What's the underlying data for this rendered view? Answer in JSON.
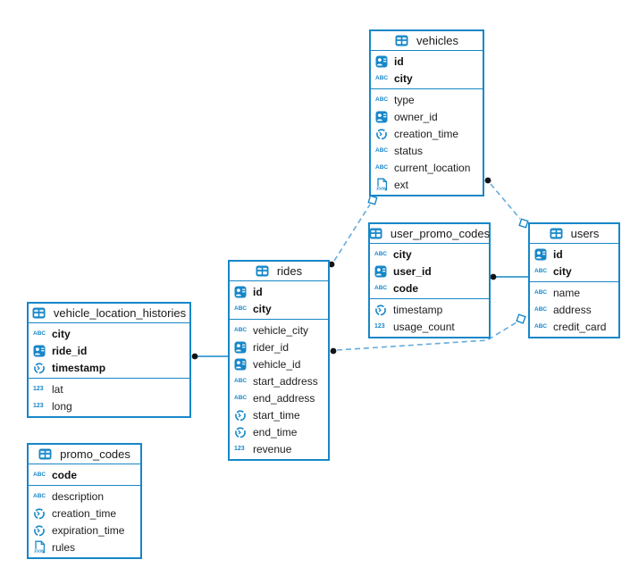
{
  "type_icon_labels": {
    "varchar": "ABC",
    "number": "123"
  },
  "colors": {
    "table_border": "#1787c8",
    "icon_blue": "#1787c8",
    "relation_dashed": "#66abdd",
    "relation_solid": "#1787c8",
    "endpoint_dot": "#141414",
    "text": "#1d1d1d",
    "background": "#ffffff"
  },
  "tables": [
    {
      "name": "vehicles",
      "icon": "table-icon",
      "primary_key": [
        {
          "name": "id",
          "icon": "id-icon"
        },
        {
          "name": "city",
          "icon": "varchar-icon"
        }
      ],
      "columns": [
        {
          "name": "type",
          "icon": "varchar-icon"
        },
        {
          "name": "owner_id",
          "icon": "id-icon"
        },
        {
          "name": "creation_time",
          "icon": "timestamp-icon"
        },
        {
          "name": "status",
          "icon": "varchar-icon"
        },
        {
          "name": "current_location",
          "icon": "varchar-icon"
        },
        {
          "name": "ext",
          "icon": "json-icon"
        }
      ]
    },
    {
      "name": "user_promo_codes",
      "icon": "table-icon",
      "primary_key": [
        {
          "name": "city",
          "icon": "varchar-icon"
        },
        {
          "name": "user_id",
          "icon": "id-icon"
        },
        {
          "name": "code",
          "icon": "varchar-icon"
        }
      ],
      "columns": [
        {
          "name": "timestamp",
          "icon": "timestamp-icon"
        },
        {
          "name": "usage_count",
          "icon": "number-icon"
        }
      ]
    },
    {
      "name": "users",
      "icon": "table-icon",
      "primary_key": [
        {
          "name": "id",
          "icon": "id-icon"
        },
        {
          "name": "city",
          "icon": "varchar-icon"
        }
      ],
      "columns": [
        {
          "name": "name",
          "icon": "varchar-icon"
        },
        {
          "name": "address",
          "icon": "varchar-icon"
        },
        {
          "name": "credit_card",
          "icon": "varchar-icon"
        }
      ]
    },
    {
      "name": "rides",
      "icon": "table-icon",
      "primary_key": [
        {
          "name": "id",
          "icon": "id-icon"
        },
        {
          "name": "city",
          "icon": "varchar-icon"
        }
      ],
      "columns": [
        {
          "name": "vehicle_city",
          "icon": "varchar-icon"
        },
        {
          "name": "rider_id",
          "icon": "id-icon"
        },
        {
          "name": "vehicle_id",
          "icon": "id-icon"
        },
        {
          "name": "start_address",
          "icon": "varchar-icon"
        },
        {
          "name": "end_address",
          "icon": "varchar-icon"
        },
        {
          "name": "start_time",
          "icon": "timestamp-icon"
        },
        {
          "name": "end_time",
          "icon": "timestamp-icon"
        },
        {
          "name": "revenue",
          "icon": "number-icon"
        }
      ]
    },
    {
      "name": "vehicle_location_histories",
      "icon": "table-icon",
      "primary_key": [
        {
          "name": "city",
          "icon": "varchar-icon"
        },
        {
          "name": "ride_id",
          "icon": "id-icon"
        },
        {
          "name": "timestamp",
          "icon": "timestamp-icon"
        }
      ],
      "columns": [
        {
          "name": "lat",
          "icon": "number-icon"
        },
        {
          "name": "long",
          "icon": "number-icon"
        }
      ]
    },
    {
      "name": "promo_codes",
      "icon": "table-icon",
      "primary_key": [
        {
          "name": "code",
          "icon": "varchar-icon"
        }
      ],
      "columns": [
        {
          "name": "description",
          "icon": "varchar-icon"
        },
        {
          "name": "creation_time",
          "icon": "timestamp-icon"
        },
        {
          "name": "expiration_time",
          "icon": "timestamp-icon"
        },
        {
          "name": "rules",
          "icon": "json-icon"
        }
      ]
    }
  ],
  "relations": [
    {
      "from": "vehicles",
      "to": "rides",
      "style": "dashed",
      "from_marker": "diamond",
      "to_marker": "dot"
    },
    {
      "from": "vehicles",
      "to": "users",
      "style": "dashed",
      "from_marker": "dot",
      "to_marker": "diamond"
    },
    {
      "from": "rides",
      "to": "users",
      "style": "dashed",
      "from_marker": "dot",
      "to_marker": "diamond"
    },
    {
      "from": "vehicle_location_histories",
      "to": "rides",
      "style": "solid",
      "from_marker": "dot",
      "to_marker": "none"
    },
    {
      "from": "user_promo_codes",
      "to": "users",
      "style": "solid",
      "from_marker": "dot",
      "to_marker": "none"
    }
  ]
}
